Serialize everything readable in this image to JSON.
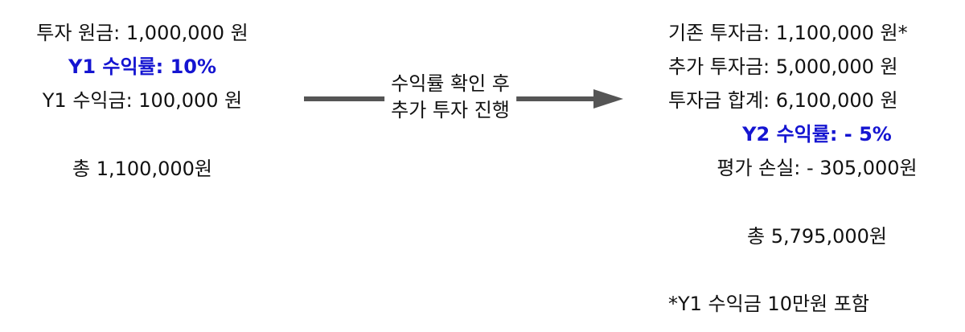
{
  "left": {
    "principal": "투자 원금: 1,000,000 원",
    "y1_rate": "Y1 수익률: 10%",
    "y1_profit": "Y1 수익금: 100,000 원",
    "total": "총 1,100,000원"
  },
  "arrow": {
    "label_line1": "수익률 확인 후",
    "label_line2": "추가 투자 진행"
  },
  "right": {
    "existing": "기존 투자금: 1,100,000 원*",
    "additional": "추가 투자금: 5,000,000 원",
    "sum": "투자금 합계: 6,100,000 원",
    "y2_rate": "Y2 수익률: - 5%",
    "loss": "평가 손실: - 305,000원",
    "total": "총 5,795,000원",
    "footnote": "*Y1 수익금 10만원 포함"
  },
  "colors": {
    "emphasis": "#1515d1",
    "arrow": "#555555"
  }
}
